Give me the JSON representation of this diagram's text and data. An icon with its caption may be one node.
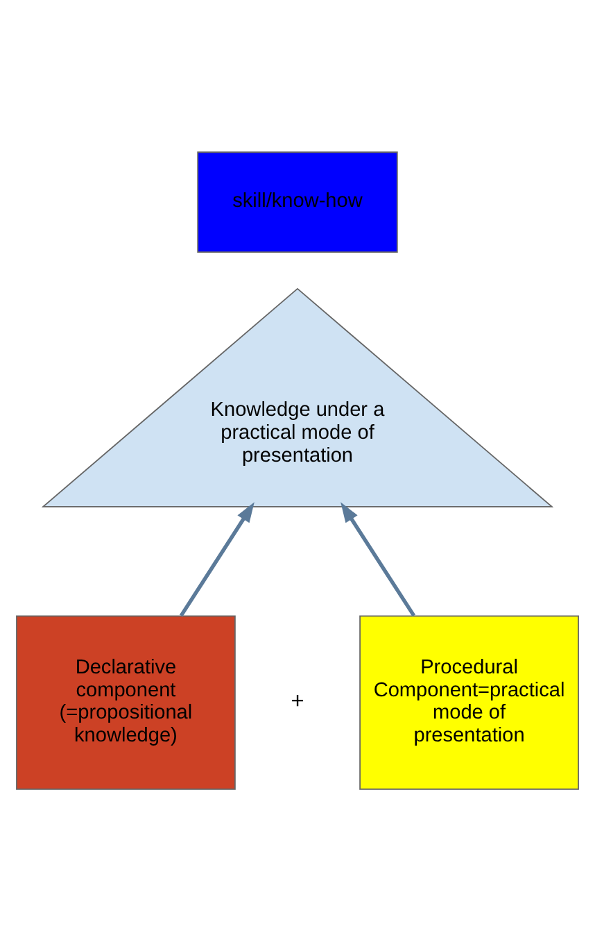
{
  "diagram": {
    "nodes": [
      {
        "text": [
          "skill/know-how"
        ]
      },
      {
        "text": [
          "Knowledge under a practical mode of presentation"
        ]
      },
      {
        "text": [
          "Declarative component (=propositional knowledge)"
        ]
      },
      {
        "text": [
          "Procedural Component=practical mode of presentation"
        ]
      }
    ],
    "edges": [
      {
        "from": 2,
        "to": 1,
        "arrow": "to"
      },
      {
        "from": 3,
        "to": 1,
        "arrow": "to"
      }
    ],
    "labels": [
      "+"
    ]
  }
}
